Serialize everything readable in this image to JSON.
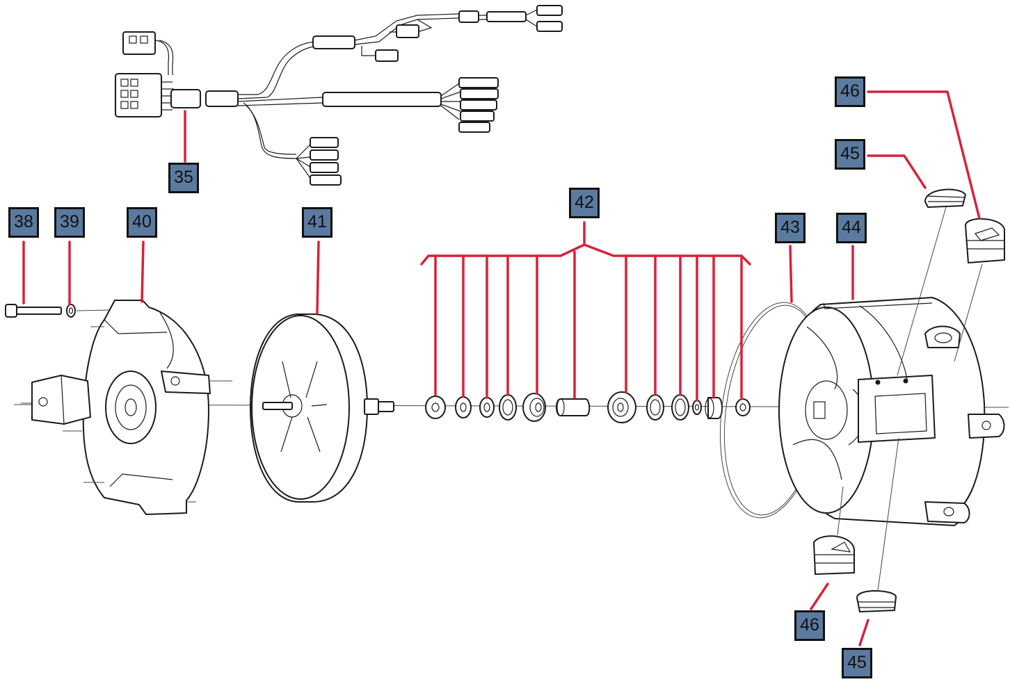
{
  "colors": {
    "leader": "#d9213a",
    "callout_fill": "#5b7aa0",
    "callout_border": "#111111",
    "line_art": "#1a1a1a"
  },
  "callouts": [
    {
      "id": "c35",
      "label": "35"
    },
    {
      "id": "c38",
      "label": "38"
    },
    {
      "id": "c39",
      "label": "39"
    },
    {
      "id": "c40",
      "label": "40"
    },
    {
      "id": "c41",
      "label": "41"
    },
    {
      "id": "c42",
      "label": "42"
    },
    {
      "id": "c43",
      "label": "43"
    },
    {
      "id": "c44",
      "label": "44"
    },
    {
      "id": "c45a",
      "label": "45"
    },
    {
      "id": "c46a",
      "label": "46"
    },
    {
      "id": "c46b",
      "label": "46"
    },
    {
      "id": "c45b",
      "label": "45"
    }
  ]
}
